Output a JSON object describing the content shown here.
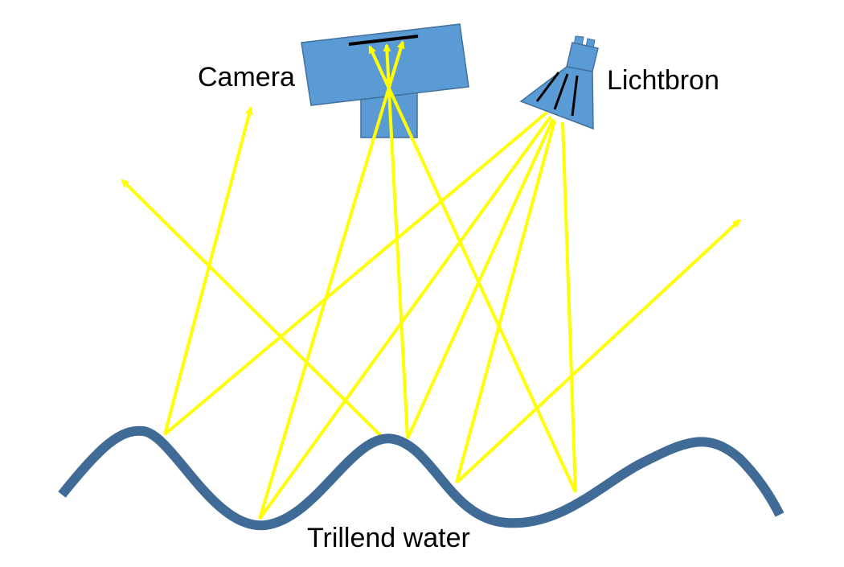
{
  "labels": {
    "camera": "Camera",
    "light_source": "Lichtbron",
    "water": "Trillend water"
  },
  "colors": {
    "background": "#ffffff",
    "ray": "#ffff00",
    "water": "#3f6b96",
    "device_fill": "#5b9bd5",
    "device_stroke": "#41719c",
    "sensor": "#000000"
  }
}
